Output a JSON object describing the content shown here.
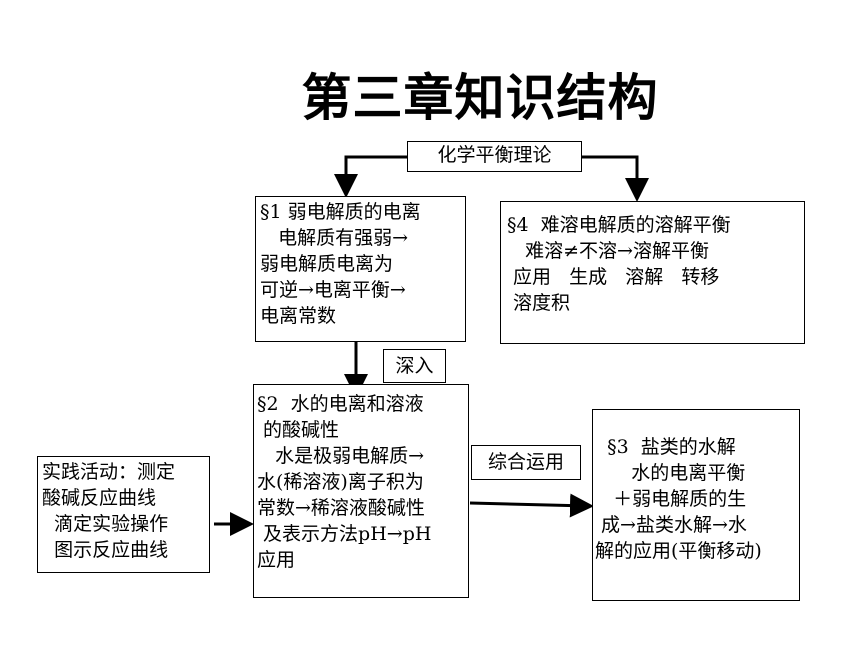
{
  "title": "第三章知识结构",
  "top_label": "化学平衡理论",
  "box1": "§1 弱电解质的电离\n   电解质有强弱→\n弱电解质电离为\n可逆→电离平衡→\n电离常数",
  "box4": "§4  难溶电解质的溶解平衡\n   难溶≠不溶→溶解平衡\n 应用   生成   溶解   转移\n 溶度积",
  "label_deep": "深入",
  "box2": "§2  水的电离和溶液\n 的酸碱性\n   水是极弱电解质→\n水(稀溶液)离子积为\n常数→稀溶液酸碱性\n 及表示方法pH→pH\n应用",
  "label_apply": "综合运用",
  "box_practice": "实践活动：测定\n酸碱反应曲线\n  滴定实验操作\n  图示反应曲线",
  "box3": "  §3  盐类的水解\n      水的电离平衡\n   ＋弱电解质的生\n 成→盐类水解→水\n解的应用(平衡移动)"
}
